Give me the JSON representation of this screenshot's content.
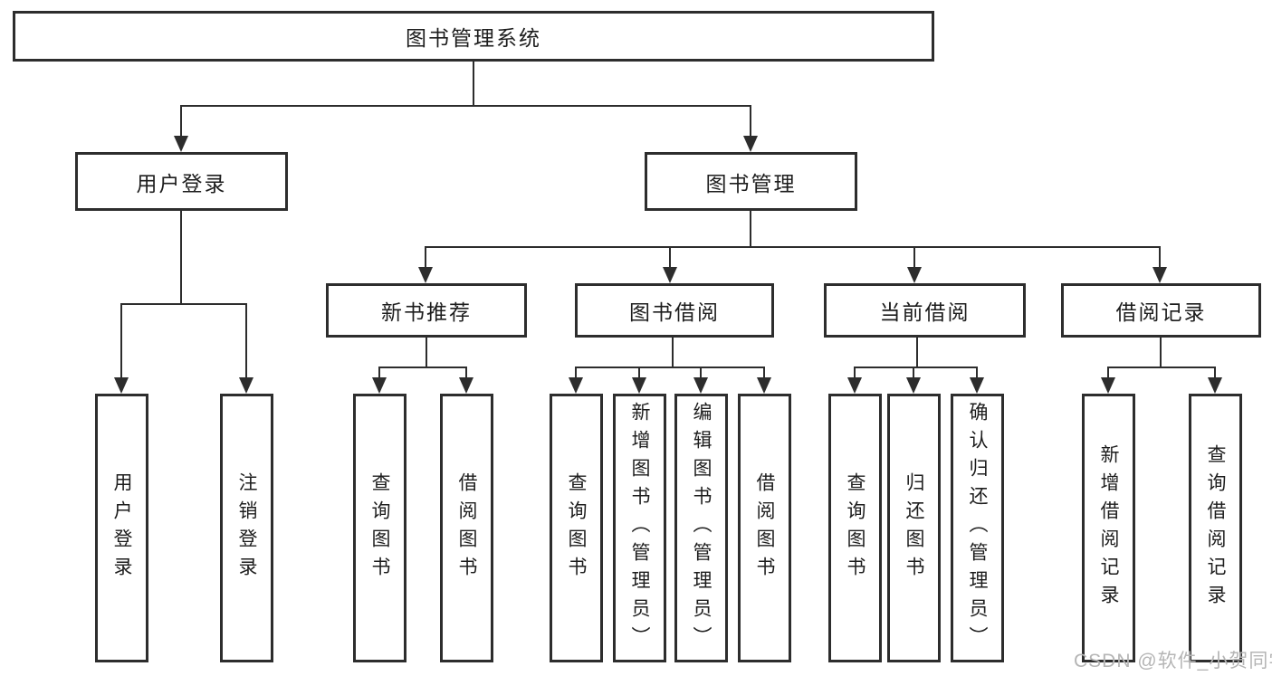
{
  "root": {
    "label": "图书管理系统"
  },
  "level2": [
    {
      "label": "用户登录",
      "children": [
        {
          "label": "用户登录"
        },
        {
          "label": "注销登录"
        }
      ]
    },
    {
      "label": "图书管理",
      "children": [
        {
          "label": "新书推荐",
          "children": [
            {
              "label": "查询图书"
            },
            {
              "label": "借阅图书"
            }
          ]
        },
        {
          "label": "图书借阅",
          "children": [
            {
              "label": "查询图书"
            },
            {
              "label": "新增图书（管理员）"
            },
            {
              "label": "编辑图书（管理员）"
            },
            {
              "label": "借阅图书"
            }
          ]
        },
        {
          "label": "当前借阅",
          "children": [
            {
              "label": "查询图书"
            },
            {
              "label": "归还图书"
            },
            {
              "label": "确认归还（管理员）"
            }
          ]
        },
        {
          "label": "借阅记录",
          "children": [
            {
              "label": "新增借阅记录"
            },
            {
              "label": "查询借阅记录"
            }
          ]
        }
      ]
    }
  ],
  "watermark": "CSDN @软件_小贺同学",
  "colors": {
    "line": "#2d2d2d",
    "text": "#1d1d1d",
    "watermark": "#b5b5b5",
    "background": "#ffffff"
  }
}
